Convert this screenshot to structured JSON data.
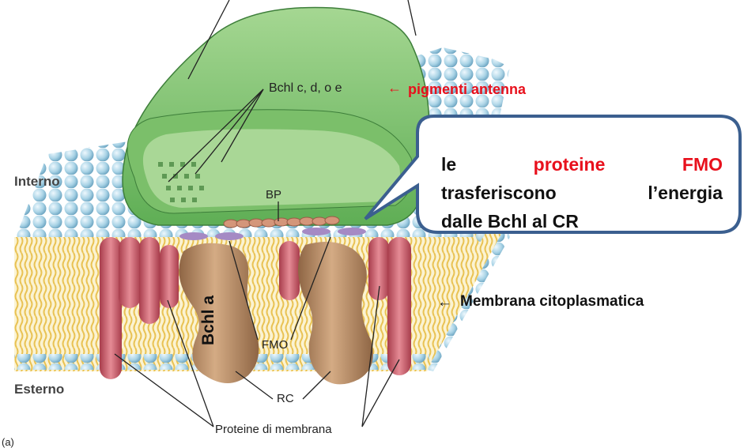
{
  "labels": {
    "interno": "Interno",
    "esterno": "Esterno",
    "bchl_cde": "Bchl c, d, o e",
    "pigmenti_arrow": "←",
    "pigmenti": "pigmenti antenna",
    "bp": "BP",
    "bchl_a": "Bchl a",
    "fmo": "FMO",
    "rc": "RC",
    "proteine_membrana": "Proteine di membrana",
    "membrana_arrow": "←",
    "membrana": "Membrana citoplasmatica",
    "panel": "(a)"
  },
  "callout": {
    "word_le": "le",
    "word_proteine": "proteine",
    "word_fmo": "FMO",
    "word_trasferiscono": "trasferiscono",
    "word_energia": "l’energia",
    "line3": "dalle Bchl al CR"
  },
  "colors": {
    "chlorosome": "#8fcb7c",
    "lipid_head": "#a9d3e6",
    "lipid_tail": "#e9c253",
    "protein": "#cd6472",
    "reaction_center": "#b98d67",
    "accent_red": "#e8101c",
    "callout_border": "#3b5f8f"
  }
}
